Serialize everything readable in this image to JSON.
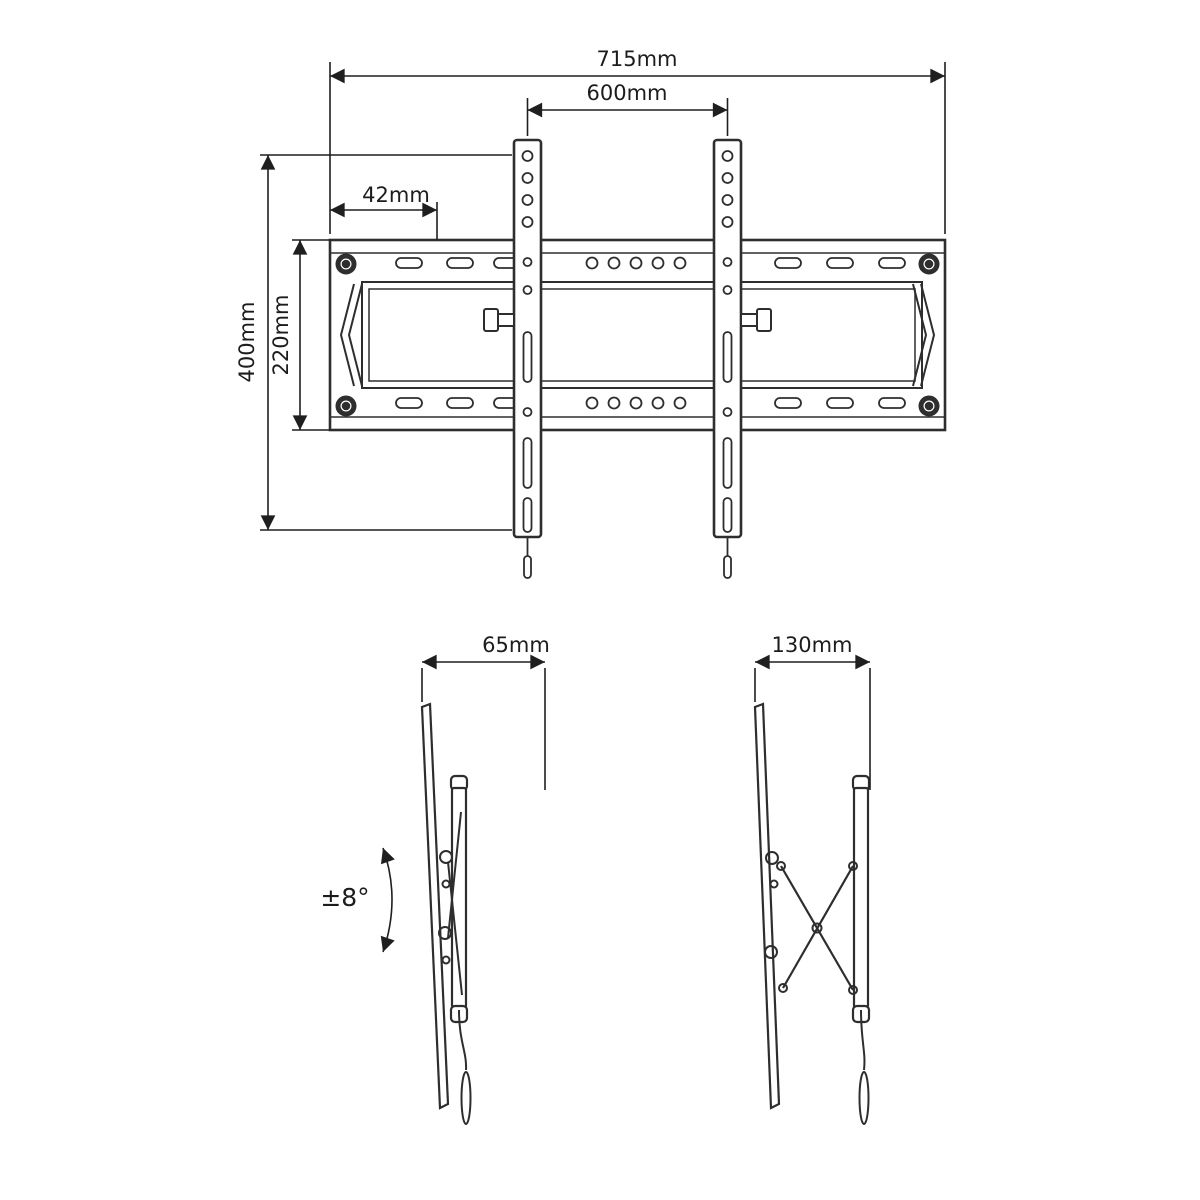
{
  "figure": {
    "type": "technical dimension drawing",
    "subject": "Tilting TV wall-mount bracket",
    "front_view": {
      "overall_width": "715mm",
      "rail_spacing_width": "600mm",
      "hole_offset": "42mm",
      "overall_height": "400mm",
      "wall_plate_height": "220mm"
    },
    "side_view_closed": {
      "depth": "65mm",
      "tilt_range": "±8°"
    },
    "side_view_tilted": {
      "depth": "130mm"
    },
    "colors": {
      "line": "#2e2e2e",
      "dimension": "#1f1f1f",
      "background": "#ffffff"
    }
  }
}
